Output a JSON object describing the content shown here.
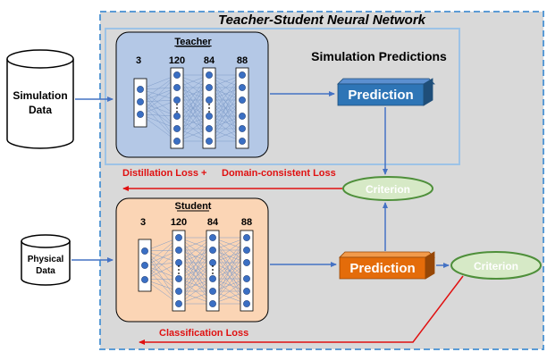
{
  "diagram": {
    "title": "Teacher-Student Neural Network",
    "simulation_predictions_label": "Simulation Predictions",
    "simulation_data_lines": [
      "Simulation",
      "Data"
    ],
    "physical_data_lines": [
      "Physical",
      "Data"
    ],
    "teacher": {
      "label": "Teacher",
      "layers": [
        "3",
        "120",
        "84",
        "88"
      ]
    },
    "student": {
      "label": "Student",
      "layers": [
        "3",
        "120",
        "84",
        "88"
      ]
    },
    "teacher_prediction": "Prediction",
    "student_prediction": "Prediction",
    "criterion_top": "Criterion",
    "criterion_right": "Criterion",
    "distillation_loss": "Distillation Loss +",
    "domain_loss": "Domain-consistent Loss",
    "classification_loss": "Classification Loss",
    "colors": {
      "outer_fill": "#d9d9d9",
      "outer_border": "#5b9bd5",
      "teacher_fill": "#b4c8e6",
      "student_fill": "#fbd5b5",
      "prediction_blue": "#2e75b6",
      "prediction_orange": "#e46c0a",
      "criterion_fill": "#d6e9c6",
      "criterion_stroke": "#4e8f3a",
      "loss_red": "#e01010",
      "node_fill": "#3a6fc4"
    }
  }
}
